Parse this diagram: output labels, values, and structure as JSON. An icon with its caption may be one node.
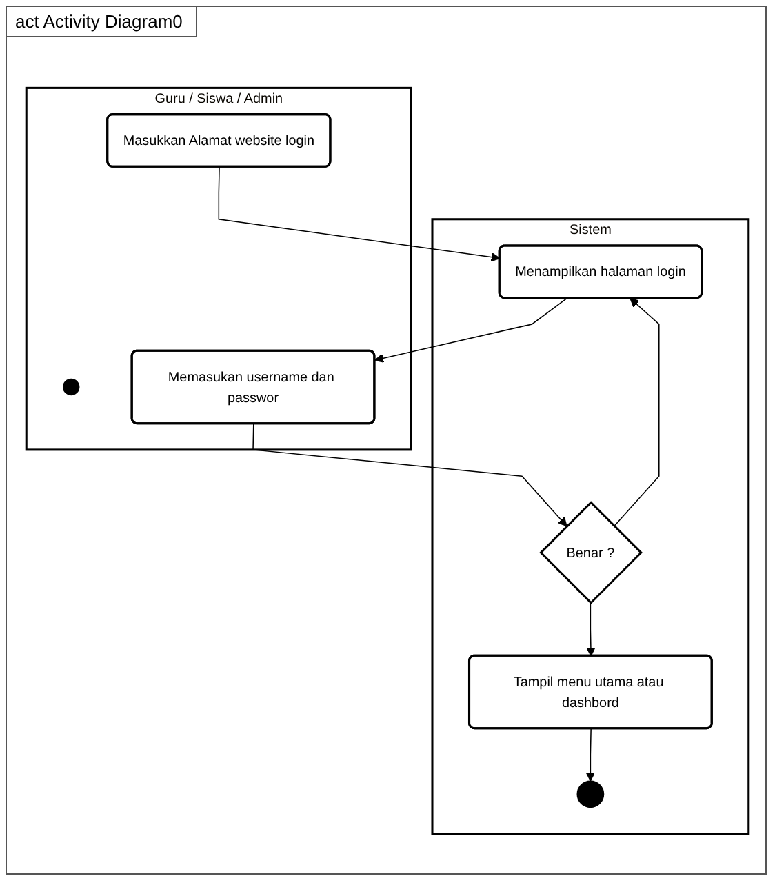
{
  "diagram": {
    "title": "act Activity Diagram0",
    "nodes": [
      {
        "text": [
          "Guru / Siswa / Admin"
        ]
      },
      {
        "text": [],
        "shape": "circle",
        "in": 0
      },
      {
        "text": [
          "Masukkan Alamat website login"
        ],
        "in": 0
      },
      {
        "text": [
          "Memasukan username dan passwor"
        ],
        "in": 0
      },
      {
        "text": [
          "Sistem"
        ]
      },
      {
        "text": [
          "Menampilkan halaman login"
        ],
        "in": 4
      },
      {
        "text": [
          "Benar ?"
        ],
        "in": 4
      },
      {
        "text": [
          "Tampil menu utama atau dashbord"
        ],
        "in": 4
      },
      {
        "text": [],
        "shape": "circle",
        "in": 4
      }
    ],
    "edges": [
      {
        "from": 2,
        "to": 5,
        "arrow": "to"
      },
      {
        "from": 5,
        "to": 3,
        "arrow": "to"
      },
      {
        "from": 3,
        "to": 6,
        "arrow": "to"
      },
      {
        "from": 6,
        "to": 5,
        "arrow": "to"
      },
      {
        "from": 6,
        "to": 7,
        "arrow": "to"
      },
      {
        "from": 7,
        "to": 8,
        "arrow": "to"
      }
    ]
  }
}
